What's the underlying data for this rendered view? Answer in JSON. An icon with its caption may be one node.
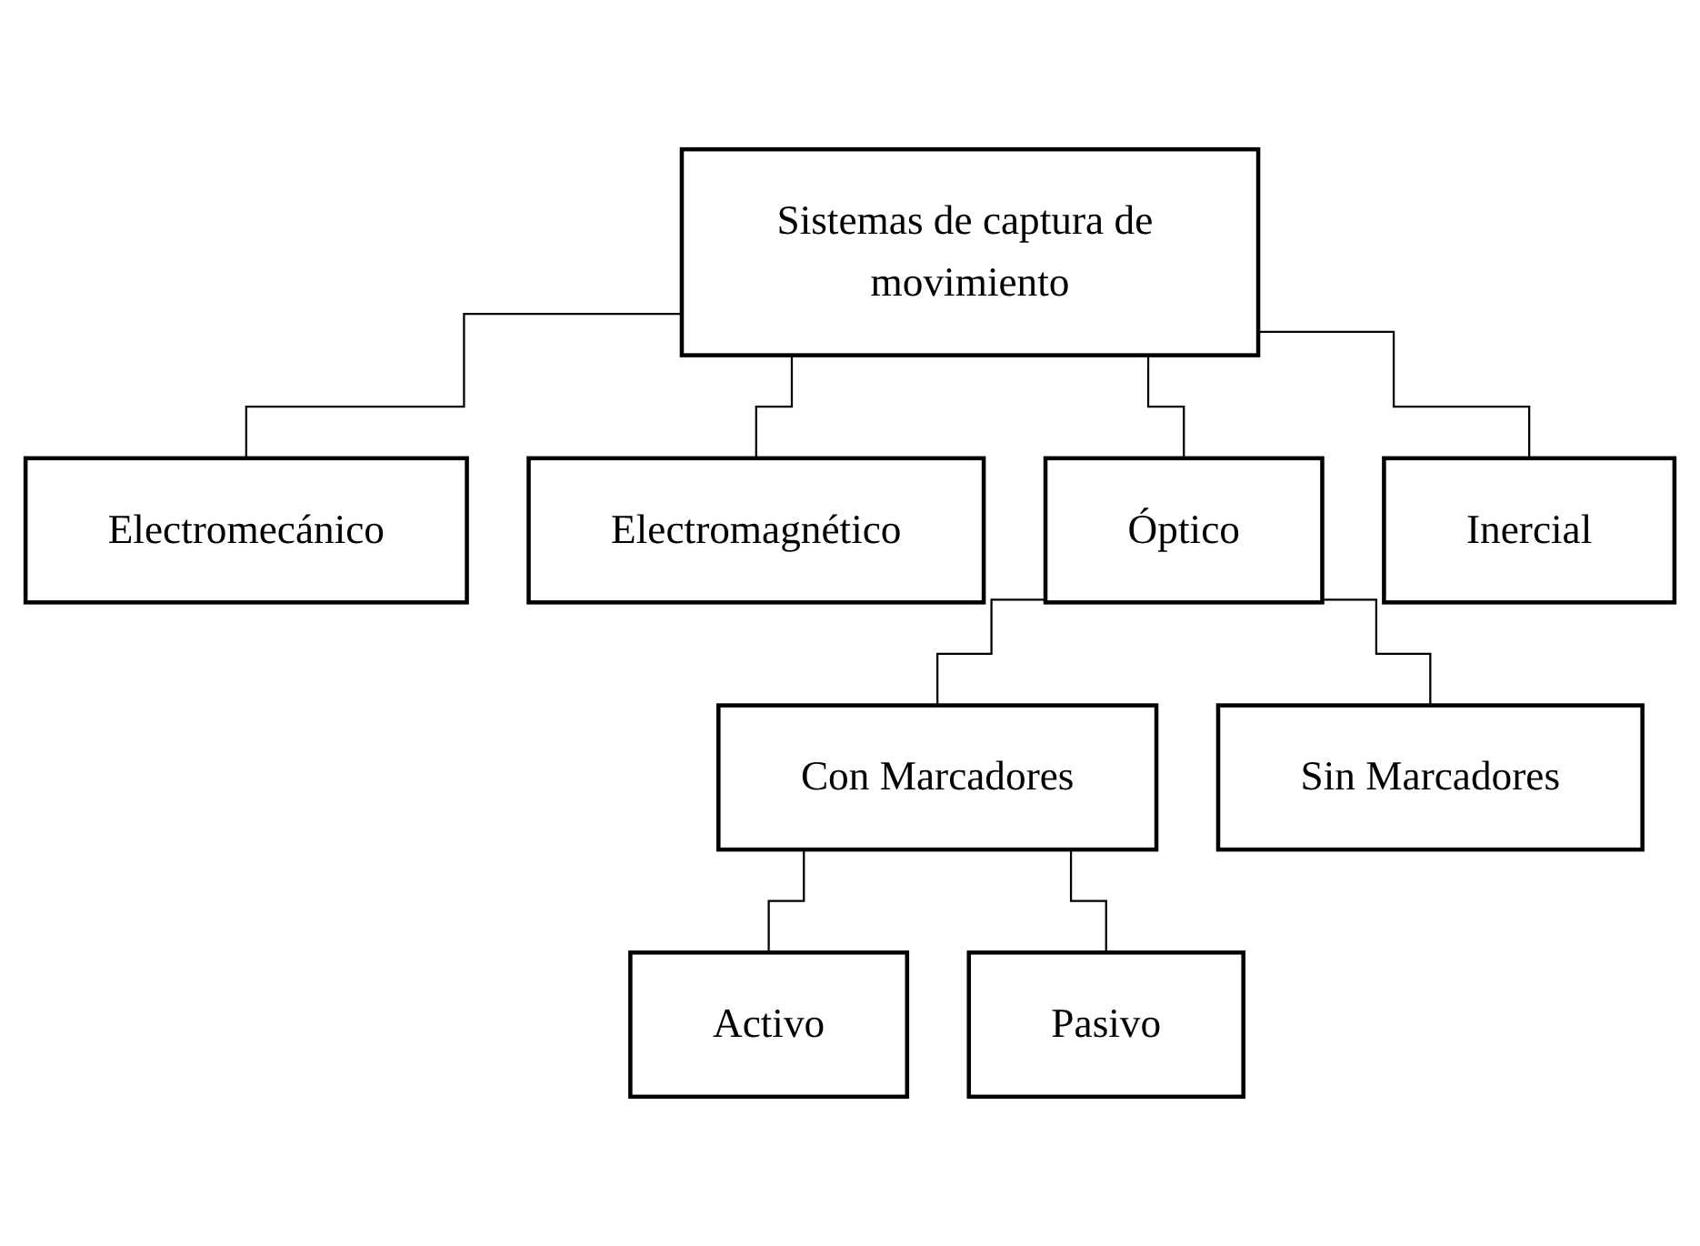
{
  "diagram": {
    "nodes": [
      {
        "text": [
          "Sistemas de captura de movimiento"
        ]
      },
      {
        "text": [
          "Electromecánico"
        ]
      },
      {
        "text": [
          "Electromagnético"
        ]
      },
      {
        "text": [
          "Óptico"
        ]
      },
      {
        "text": [
          "Inercial"
        ]
      },
      {
        "text": [
          "Con Marcadores"
        ]
      },
      {
        "text": [
          "Sin Marcadores"
        ]
      },
      {
        "text": [
          "Activo"
        ]
      },
      {
        "text": [
          "Pasivo"
        ]
      }
    ],
    "edges": [
      {
        "from": 0,
        "to": 1,
        "arrow": "none"
      },
      {
        "from": 0,
        "to": 2,
        "arrow": "none"
      },
      {
        "from": 0,
        "to": 3,
        "arrow": "none"
      },
      {
        "from": 0,
        "to": 4,
        "arrow": "none"
      },
      {
        "from": 3,
        "to": 5,
        "arrow": "none"
      },
      {
        "from": 3,
        "to": 6,
        "arrow": "none"
      },
      {
        "from": 5,
        "to": 7,
        "arrow": "none"
      },
      {
        "from": 5,
        "to": 8,
        "arrow": "none"
      }
    ]
  }
}
